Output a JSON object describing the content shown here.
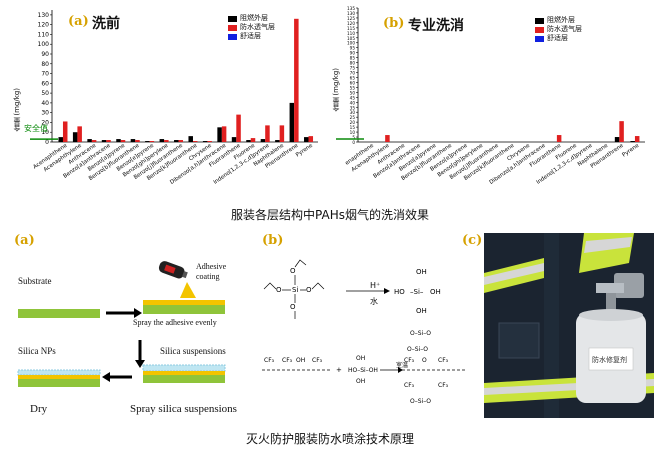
{
  "charts": {
    "a": {
      "label": "(a)",
      "title": "洗前",
      "ylabel": "含量 (mg/kg)",
      "safety": "安全值",
      "yticks": [
        "0",
        "10",
        "20",
        "30",
        "40",
        "50",
        "60",
        "70",
        "80",
        "90",
        "100",
        "110",
        "120",
        "130"
      ]
    },
    "b": {
      "label": "(b)",
      "title": "专业洗消",
      "ylabel": "含量 (mg/kg)",
      "yticks": [
        "0",
        "5",
        "10",
        "15",
        "20",
        "25",
        "30",
        "35",
        "40",
        "45",
        "50",
        "55",
        "60",
        "65",
        "70",
        "75",
        "80",
        "85",
        "90",
        "95",
        "100",
        "105",
        "110",
        "115",
        "120",
        "125",
        "130",
        "135"
      ]
    },
    "legend": [
      {
        "label": "阻燃外层",
        "color": "#000000"
      },
      {
        "label": "防水透气层",
        "color": "#e02020"
      },
      {
        "label": "舒适层",
        "color": "#1020e0"
      }
    ]
  },
  "chart_data": [
    {
      "type": "bar",
      "title": "洗前",
      "ylabel": "含量 (mg/kg)",
      "ylim": [
        0,
        135
      ],
      "categories": [
        "Acenaphthene",
        "Acenaphthylene",
        "Anthracene",
        "Benzo[a]anthracene",
        "Benzo[a]pyrene",
        "Benzo[b]fluoranthene",
        "Benzo[e]pyrene",
        "Benzo[ghi]perylene",
        "Benzo[j]fluoranthene",
        "Benzo[k]fluoranthene",
        "Chrysene",
        "Dibenzo[a,h]anthracene",
        "Fluoranthene",
        "Fluorene",
        "Indeno[1,2,3-c,d]pyrene",
        "Naphthalene",
        "Phenanthrene",
        "Pyrene"
      ],
      "series": [
        {
          "name": "阻燃外层",
          "values": [
            5,
            10,
            3,
            2,
            3,
            3,
            1,
            3,
            2,
            6,
            1,
            15,
            5,
            2,
            3,
            2,
            40,
            5
          ]
        },
        {
          "name": "防水透气层",
          "values": [
            21,
            16,
            2,
            2,
            2,
            2,
            1,
            2,
            2,
            1,
            1,
            16,
            28,
            4,
            17,
            17,
            126,
            6
          ]
        },
        {
          "name": "舒适层",
          "values": [
            0,
            0,
            0,
            0,
            0,
            0,
            0,
            0,
            0,
            0,
            0,
            0,
            0,
            0,
            0,
            0,
            0,
            0
          ]
        }
      ]
    },
    {
      "type": "bar",
      "title": "专业洗消",
      "ylabel": "含量 (mg/kg)",
      "ylim": [
        0,
        135
      ],
      "categories": [
        "enaphthene",
        "Acenaphthylene",
        "Anthracene",
        "Benzo[a]anthracene",
        "Benzo[a]pyrene",
        "Benzo[b]fluoranthene",
        "Benzo[e]pyrene",
        "Benzo[ghi]perylene",
        "Benzo[j]fluoranthene",
        "Benzo[k]fluoranthene",
        "Chrysene",
        "Dibenzo[a,h]anthracene",
        "Fluoranthene",
        "Fluorene",
        "Indeno[1,2,3-c,d]pyrene",
        "Naphthalene",
        "Phenanthrene",
        "Pyrene"
      ],
      "series": [
        {
          "name": "阻燃外层",
          "values": [
            0,
            0,
            0,
            0,
            0,
            0,
            0,
            0,
            0,
            0,
            0,
            0,
            0,
            0,
            0,
            0,
            5,
            1
          ]
        },
        {
          "name": "防水透气层",
          "values": [
            0,
            7,
            0,
            0,
            0,
            0,
            0,
            0,
            0,
            0,
            0,
            0,
            7,
            0,
            0,
            0,
            21,
            6
          ]
        },
        {
          "name": "舒适层",
          "values": [
            0,
            0,
            0,
            0,
            0,
            0,
            0,
            0,
            0,
            0,
            0,
            0,
            0,
            0,
            0,
            0,
            0,
            0
          ]
        }
      ]
    }
  ],
  "caption_top": "服装各层结构中PAHs烟气的洗消效果",
  "caption_bottom": "灭火防护服装防水喷涂技术原理",
  "process": {
    "label": "(a)",
    "substrate": "Substrate",
    "adhesive": "Adhesive\ncoating",
    "spray_adhesive": "Spray the adhesive evenly",
    "silica_nps": "Silica NPs",
    "silica_susp": "Silica suspensions",
    "dry": "Dry",
    "spray_silica": "Spray silica suspensions"
  },
  "chem": {
    "label": "(b)",
    "h_plus": "H⁺",
    "water": "水",
    "room_temp": "室温"
  },
  "photo": {
    "label": "(c)",
    "bottle_text": "防水修复剂"
  }
}
